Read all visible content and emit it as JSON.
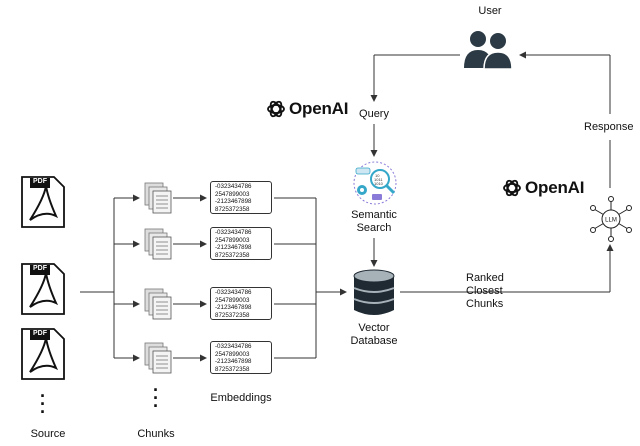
{
  "diagram": {
    "labels": {
      "user": "User",
      "query": "Query",
      "response": "Response",
      "semantic_search": [
        "Semantic",
        "Search"
      ],
      "vector_database": [
        "Vector",
        "Database"
      ],
      "ranked_closest_chunks": [
        "Ranked",
        "Closest",
        "Chunks"
      ],
      "embeddings": "Embeddings",
      "source": "Source",
      "chunks": "Chunks"
    },
    "brand": {
      "openai_top": "OpenAI",
      "openai_right": "OpenAI"
    },
    "pdf_label": "PDF",
    "llm_label": "LLM",
    "search_icon_text": [
      "10",
      "1011",
      "1010"
    ],
    "embedding_values": [
      [
        "-0323434786",
        "2547899003",
        "-2123467898",
        "8725372358"
      ],
      [
        "-0323434786",
        "2547899003",
        "-2123467898",
        "8725372358"
      ],
      [
        "-0323434786",
        "2547899003",
        "-2123467898",
        "8725372358"
      ],
      [
        "-0323434786",
        "2547899003",
        "-2123467898",
        "8725372358"
      ]
    ],
    "icons": [
      "pdf-icon",
      "document-stack-icon",
      "database-icon",
      "users-icon",
      "llm-network-icon",
      "openai-logo-icon",
      "semantic-search-icon"
    ],
    "colors": {
      "line": "#333333",
      "database_dark": "#1f2a33",
      "database_silver": "#a7b1b8",
      "search_teal": "#35a7c9",
      "search_purple": "#8b7bd8"
    }
  }
}
